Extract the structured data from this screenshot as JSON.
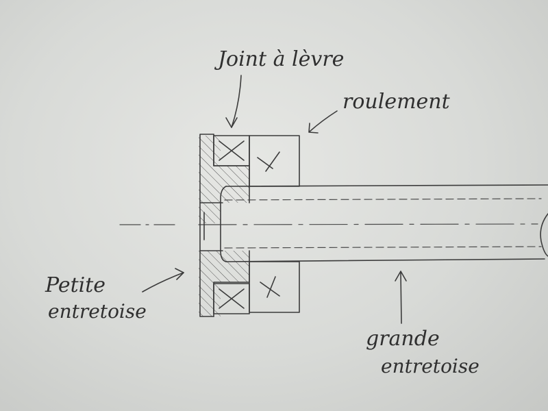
{
  "labels": {
    "joint": "Joint à lèvre",
    "roulement": "roulement",
    "petite_line1": "Petite",
    "petite_line2": "entretoise",
    "grande_line1": "grande",
    "grande_line2": "entretoise"
  },
  "colors": {
    "paper": "#dcdedb",
    "ink": "#3b3b3b"
  }
}
